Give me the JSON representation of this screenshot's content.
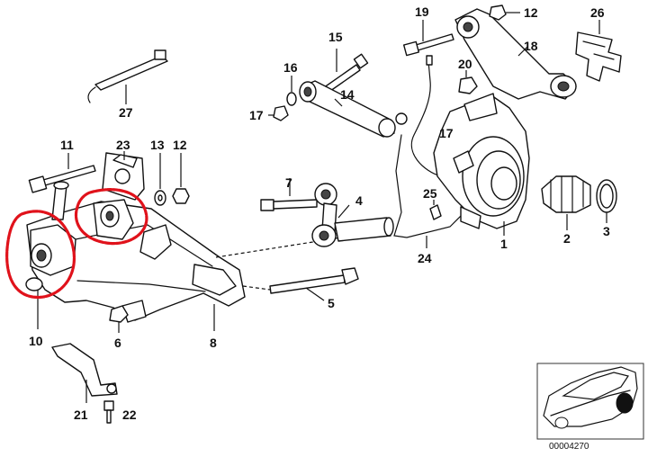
{
  "callouts": [
    {
      "id": "27",
      "label": "27"
    },
    {
      "id": "11",
      "label": "11"
    },
    {
      "id": "23",
      "label": "23"
    },
    {
      "id": "13",
      "label": "13"
    },
    {
      "id": "12a",
      "label": "12"
    },
    {
      "id": "10",
      "label": "10"
    },
    {
      "id": "6",
      "label": "6"
    },
    {
      "id": "8",
      "label": "8"
    },
    {
      "id": "21",
      "label": "21"
    },
    {
      "id": "22",
      "label": "22"
    },
    {
      "id": "15",
      "label": "15"
    },
    {
      "id": "16",
      "label": "16"
    },
    {
      "id": "17a",
      "label": "17"
    },
    {
      "id": "14",
      "label": "14"
    },
    {
      "id": "7",
      "label": "7"
    },
    {
      "id": "4",
      "label": "4"
    },
    {
      "id": "5",
      "label": "5"
    },
    {
      "id": "19",
      "label": "19"
    },
    {
      "id": "12b",
      "label": "12"
    },
    {
      "id": "26",
      "label": "26"
    },
    {
      "id": "18",
      "label": "18"
    },
    {
      "id": "20",
      "label": "20"
    },
    {
      "id": "17b",
      "label": "17"
    },
    {
      "id": "25",
      "label": "25"
    },
    {
      "id": "24",
      "label": "24"
    },
    {
      "id": "1",
      "label": "1"
    },
    {
      "id": "2",
      "label": "2"
    },
    {
      "id": "3",
      "label": "3"
    }
  ],
  "inset": {
    "code": "00004270"
  },
  "colors": {
    "ink": "#111111",
    "highlight": "#e0121b",
    "background": "#ffffff"
  }
}
